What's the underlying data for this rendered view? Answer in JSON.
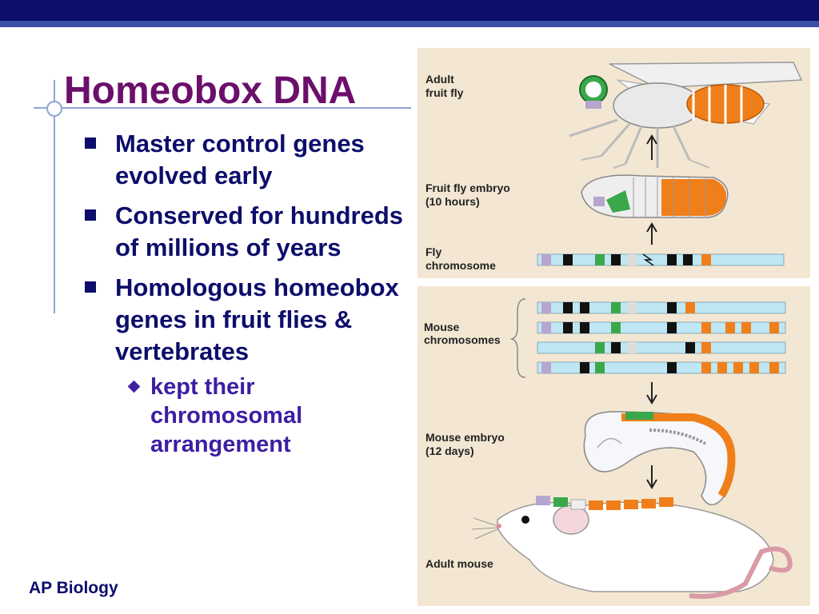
{
  "slide": {
    "title": "Homeobox DNA",
    "footer": "AP Biology",
    "bullets": [
      {
        "text": "Master control genes evolved early"
      },
      {
        "text": "Conserved for hundreds of millions of years"
      },
      {
        "text": "Homologous homeobox genes in fruit flies & vertebrates"
      }
    ],
    "sub_bullets": [
      {
        "text": "kept their chromosomal arrangement"
      }
    ]
  },
  "figure": {
    "labels": {
      "adult_fly_1": "Adult",
      "adult_fly_2": "fruit fly",
      "fly_embryo_1": "Fruit fly embryo",
      "fly_embryo_2": "(10 hours)",
      "fly_chrom_1": "Fly",
      "fly_chrom_2": "chromosome",
      "mouse_chrom_1": "Mouse",
      "mouse_chrom_2": "chromosomes",
      "mouse_embryo_1": "Mouse embryo",
      "mouse_embryo_2": "(12 days)",
      "adult_mouse": "Adult mouse"
    },
    "colors": {
      "panel_bg": "#f3e7d3",
      "chromosome": "#bfe6f3",
      "orange": "#f07f1a",
      "green": "#3aa84a",
      "black": "#111111",
      "lavender": "#b6a6cf"
    }
  }
}
